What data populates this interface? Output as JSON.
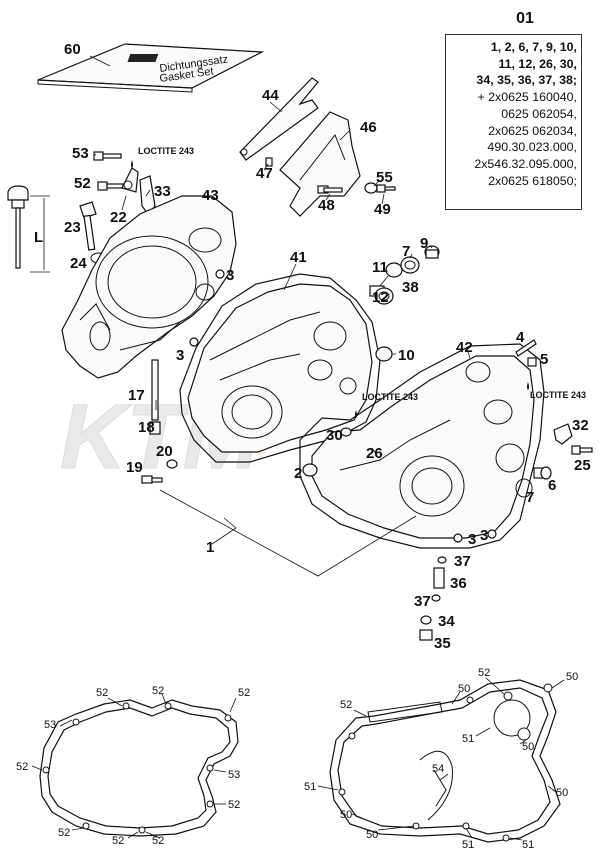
{
  "kit": {
    "title": "01",
    "lines": [
      {
        "text": "1, 2, 6, 7, 9, 10,",
        "bold": true
      },
      {
        "text": "11, 12, 26, 30,",
        "bold": true
      },
      {
        "text": "34, 35, 36, 37, 38;",
        "bold": true
      },
      {
        "text": "+ 2x0625 160040,",
        "bold": false
      },
      {
        "text": "0625 062054,",
        "bold": false
      },
      {
        "text": "2x0625 062034,",
        "bold": false
      },
      {
        "text": "490.30.023.000,",
        "bold": false
      },
      {
        "text": "2x546.32.095.000,",
        "bold": false
      },
      {
        "text": "2x0625 618050;",
        "bold": false
      }
    ]
  },
  "loctite": [
    "LOCTITE 243",
    "LOCTITE 243",
    "LOCTITE 243"
  ],
  "dimension_label": "L",
  "booklet": {
    "line1": "Dichtungssatz",
    "line2": "Gasket Set"
  },
  "watermark": "KTM",
  "callouts": [
    "60",
    "44",
    "46",
    "47",
    "48",
    "55",
    "49",
    "53",
    "52",
    "33",
    "22",
    "43",
    "23",
    "24",
    "3",
    "41",
    "11",
    "7",
    "9",
    "12",
    "38",
    "42",
    "4",
    "5",
    "10",
    "3",
    "17",
    "18",
    "30",
    "26",
    "32",
    "20",
    "19",
    "2",
    "6",
    "25",
    "1",
    "3",
    "37",
    "36",
    "37",
    "34",
    "35"
  ],
  "gasket_labels": [
    "52",
    "52",
    "52",
    "53",
    "52",
    "53",
    "52",
    "52",
    "52",
    "52",
    "52",
    "50",
    "50",
    "52",
    "51",
    "50",
    "54",
    "51",
    "50",
    "50",
    "50",
    "51",
    "51"
  ]
}
